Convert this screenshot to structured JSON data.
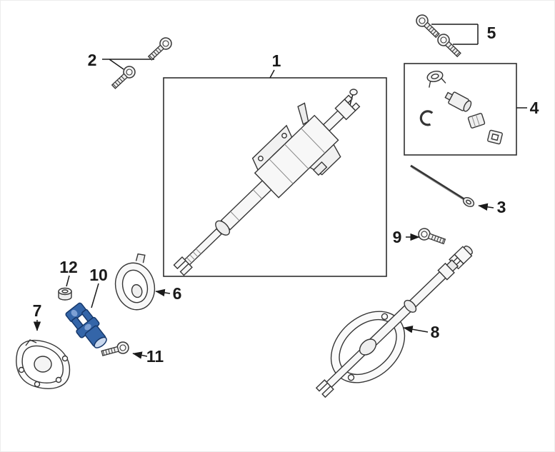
{
  "diagram": {
    "background": "#ffffff",
    "line_color": "#1a1a1a",
    "highlight_color": "#3465a8",
    "highlight_outline": "#16386b",
    "labels": {
      "part1": "1",
      "part2": "2",
      "part3": "3",
      "part4": "4",
      "part5": "5",
      "part6": "6",
      "part7": "7",
      "part8": "8",
      "part9": "9",
      "part10": "10",
      "part11": "11",
      "part12": "12"
    }
  }
}
